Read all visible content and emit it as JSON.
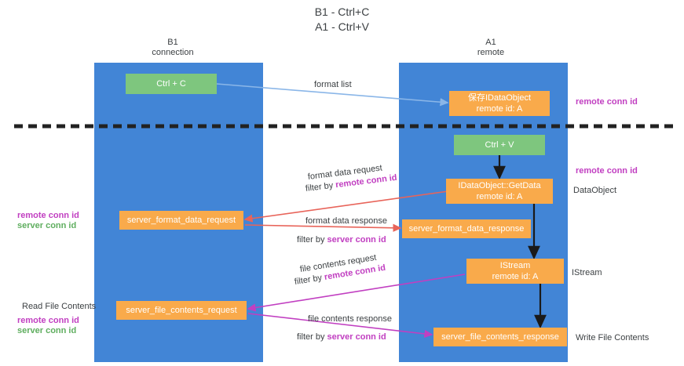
{
  "title": {
    "line1": "B1 - Ctrl+C",
    "line2": "A1 - Ctrl+V"
  },
  "lanes": [
    {
      "id": "b1",
      "name": "B1",
      "sub": "connection"
    },
    {
      "id": "a1",
      "name": "A1",
      "sub": "remote"
    }
  ],
  "nodes": {
    "ctrl_c": {
      "line1": "Ctrl + C",
      "line2": ""
    },
    "save_idataobject": {
      "line1": "保存IDataObject",
      "line2": "remote id: A"
    },
    "ctrl_v": {
      "line1": "Ctrl + V",
      "line2": ""
    },
    "idataobject_getdata": {
      "line1": "IDataObject::GetData",
      "line2": "remote id: A"
    },
    "server_format_data_request": {
      "line1": "server_format_data_request",
      "line2": ""
    },
    "server_format_data_response": {
      "line1": "server_format_data_response",
      "line2": ""
    },
    "istream": {
      "line1": "IStream",
      "line2": "remote id: A"
    },
    "server_file_contents_request": {
      "line1": "server_file_contents_request",
      "line2": ""
    },
    "server_file_contents_response": {
      "line1": "server_file_contents_response",
      "line2": ""
    }
  },
  "edge_labels": {
    "format_list": "format list",
    "format_data_request": "format data request",
    "format_data_request_filter_prefix": "filter by ",
    "format_data_request_filter_key": "remote conn id",
    "format_data_response": "format data response",
    "format_data_response_filter_prefix": "filter by ",
    "format_data_response_filter_key": "server conn id",
    "file_contents_request": "file contents request",
    "file_contents_request_filter_prefix": "filter by ",
    "file_contents_request_filter_key": "remote conn id",
    "file_contents_response": "file contents response",
    "file_contents_response_filter_prefix": "filter by ",
    "file_contents_response_filter_key": "server conn id"
  },
  "annotations": {
    "right_remote_conn_id_top": "remote conn id",
    "right_remote_conn_id_mid": "remote conn id",
    "right_dataobject": "DataObject",
    "right_istream": "IStream",
    "right_write_file_contents": "Write File Contents",
    "left_read_file_contents": "Read File Contents",
    "left_remote_conn_id_a": "remote conn id",
    "left_server_conn_id_a": "server conn id",
    "left_remote_conn_id_b": "remote conn id",
    "left_server_conn_id_b": "server conn id"
  },
  "colors": {
    "lane": "#4285d6",
    "green_node": "#7ec67e",
    "orange_node": "#f9aa4b",
    "magenta": "#c13fc1",
    "green_text": "#5fae5f",
    "arrow_blue": "#8ab6e8",
    "arrow_red": "#e8645a",
    "arrow_magenta": "#c13fc1",
    "arrow_dark": "#1a1a1a",
    "divider": "#222222"
  }
}
